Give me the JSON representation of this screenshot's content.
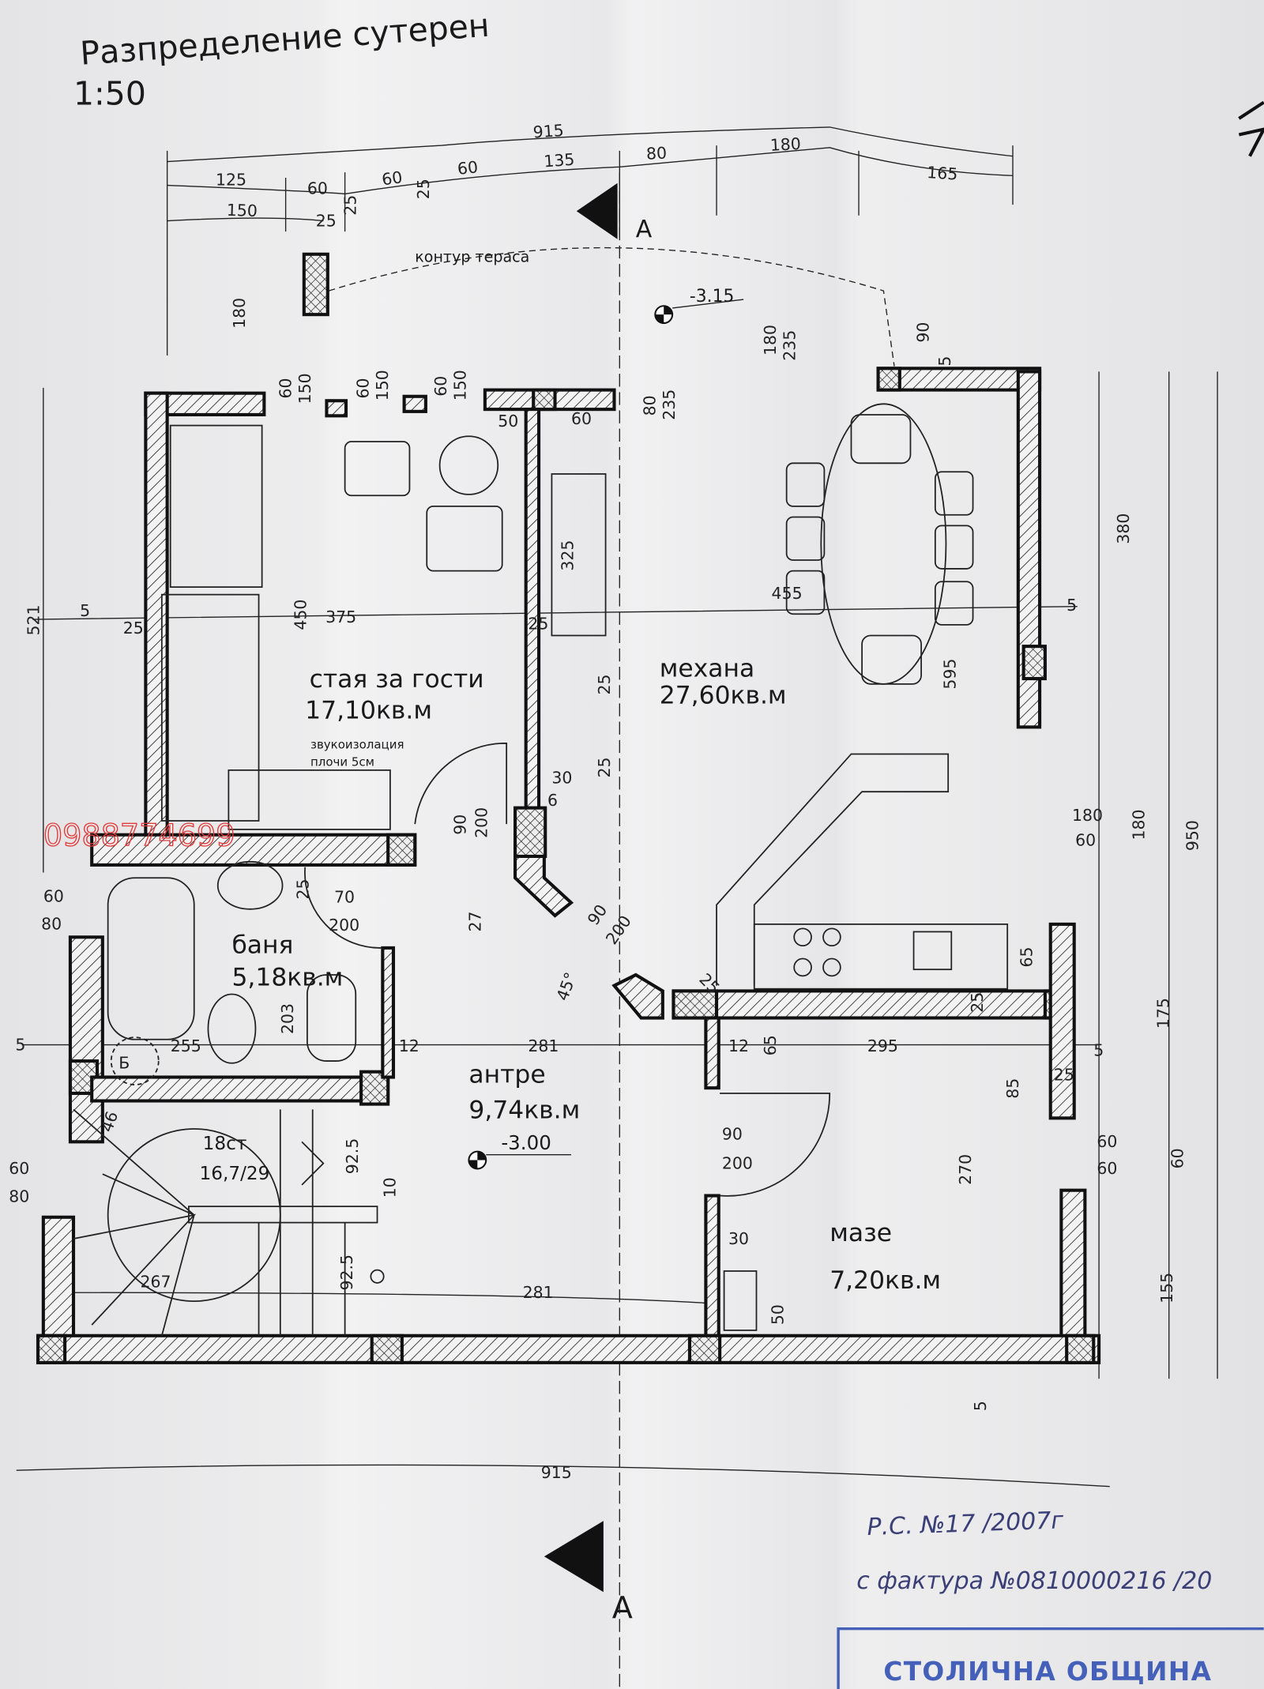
{
  "drawing": {
    "title": "Разпределение сутерен",
    "scale": "1:50",
    "section_marker": "A",
    "terrace_outline_label": "контур тераса",
    "terrace_level": "-3.15",
    "soundproofing_label_1": "звукоизолация",
    "soundproofing_label_2": "плочи 5см",
    "watermark_phone": "0988774699"
  },
  "rooms": [
    {
      "name": "стая за гости",
      "area": "17,10кв.м"
    },
    {
      "name": "механа",
      "area": "27,60кв.м"
    },
    {
      "name": "баня",
      "area": "5,18кв.м"
    },
    {
      "name": "антре",
      "area": "9,74кв.м",
      "level": "-3.00"
    },
    {
      "name": "мазе",
      "area": "7,20кв.м"
    }
  ],
  "stairs": {
    "steps": "18ст",
    "rise_run": "16,7/29",
    "bath_marker": "Б"
  },
  "dimensions": [
    "915",
    "125",
    "60",
    "60",
    "60",
    "135",
    "80",
    "180",
    "165",
    "150",
    "25",
    "25",
    "25",
    "180",
    "60",
    "150",
    "60",
    "150",
    "60",
    "150",
    "80",
    "235",
    "180",
    "235",
    "90",
    "5",
    "50",
    "60",
    "5",
    "25",
    "450",
    "375",
    "25",
    "455",
    "5",
    "521",
    "380",
    "325",
    "595",
    "25",
    "25",
    "30",
    "6",
    "90",
    "200",
    "180",
    "60",
    "180",
    "950",
    "60",
    "80",
    "70",
    "200",
    "25",
    "27",
    "90",
    "200",
    "45°",
    "25",
    "203",
    "65",
    "25",
    "5",
    "255",
    "12",
    "281",
    "12",
    "295",
    "65",
    "5",
    "175",
    "85",
    "25",
    "60",
    "60",
    "60",
    "60",
    "80",
    "90",
    "200",
    "92.5",
    "10",
    "46",
    "267",
    "281",
    "92.5",
    "30",
    "50",
    "270",
    "155",
    "5",
    "915"
  ],
  "annotations": {
    "handwritten_1": "Р.С. №17 /2007г",
    "handwritten_2": "с фактура №0810000216 /20",
    "stamp": "СТОЛИЧНА ОБЩИНА"
  },
  "colors": {
    "ink": "#1a1a1a",
    "stamp_blue": "#4460b8",
    "watermark_red": "#e23b3b",
    "handwriting": "#3b3f77"
  }
}
